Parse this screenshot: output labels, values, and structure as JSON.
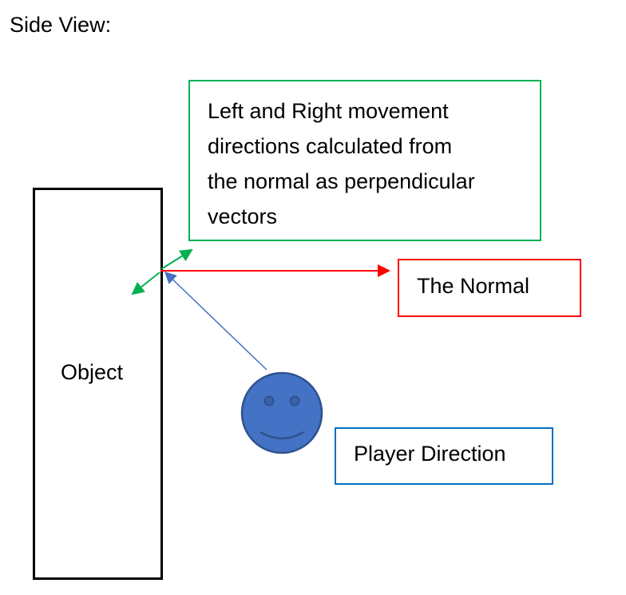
{
  "diagram": {
    "title": "Side View:",
    "object_label": "Object",
    "perpendicular_note_lines": [
      "Left and Right movement",
      "directions calculated from",
      "the normal as perpendicular",
      "vectors"
    ],
    "normal_label": "The Normal",
    "player_label": "Player Direction"
  },
  "colors": {
    "normal_arrow": "#ff0000",
    "perpendicular_arrows": "#00b050",
    "player_arrow": "#4472c4",
    "smiley_fill": "#4472c4",
    "smiley_outline": "#2f528f"
  },
  "icons": {
    "player": "smiley-face-icon"
  }
}
